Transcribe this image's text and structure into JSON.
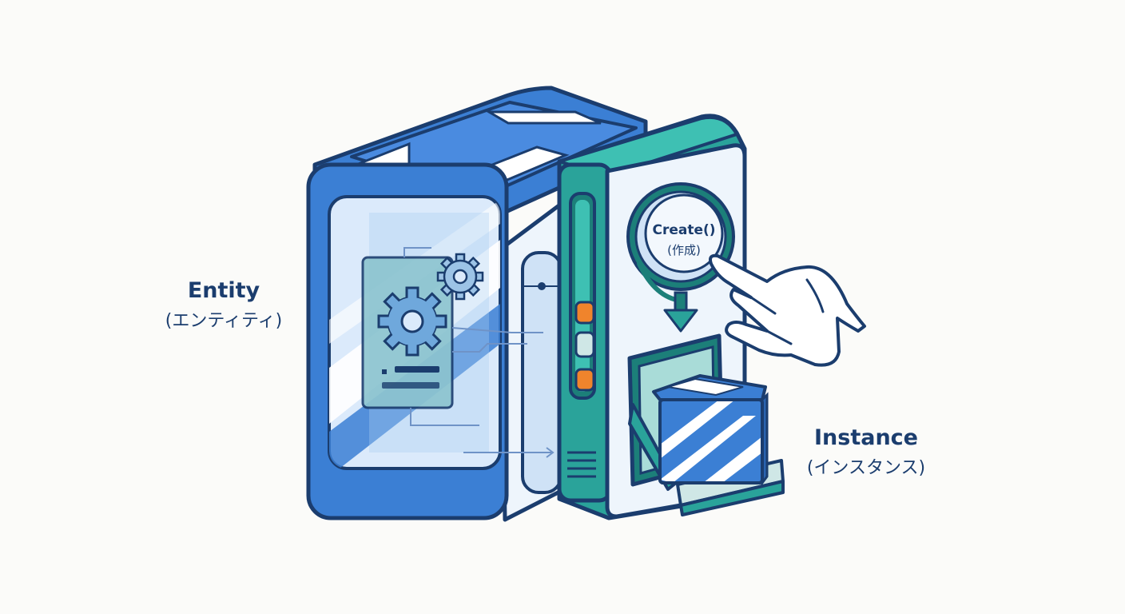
{
  "labels": {
    "entity_title": "Entity",
    "entity_sub": "(エンティティ)",
    "instance_title": "Instance",
    "instance_sub": "(インスタンス)"
  },
  "button": {
    "line1": "Create()",
    "line2": "(作成)"
  },
  "colors": {
    "navy": "#1b3d6e",
    "blue": "#3b7fd4",
    "light_blue": "#a9cdf0",
    "pale": "#e6f0fa",
    "teal": "#2aa39a",
    "teal_dark": "#1c7f79",
    "orange": "#f0842c",
    "background": "#fbfbf9"
  },
  "icons": [
    "gear-icon",
    "hand-pointer-icon",
    "arrow-down-icon",
    "cube-icon"
  ]
}
